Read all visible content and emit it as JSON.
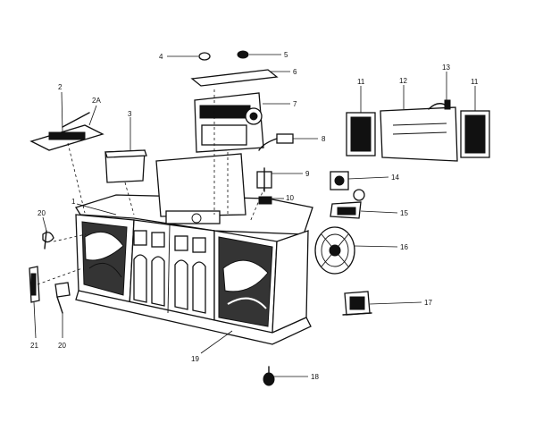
{
  "callouts": [
    "1",
    "2",
    "2A",
    "3",
    "4",
    "5",
    "6",
    "7",
    "8",
    "9",
    "10",
    "11",
    "12",
    "13",
    "11",
    "14",
    "15",
    "16",
    "17",
    "18",
    "19",
    "20",
    "20",
    "21"
  ]
}
